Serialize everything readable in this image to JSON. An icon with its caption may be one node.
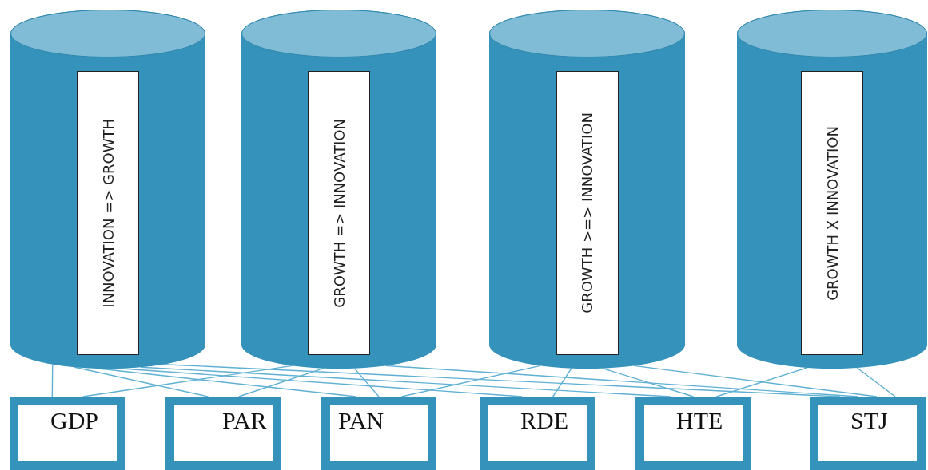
{
  "diagram": {
    "nodes": [
      {
        "text": [
          "INNOVATION => GROWTH"
        ]
      },
      {
        "text": [
          "GROWTH => INNOVATION"
        ]
      },
      {
        "text": [
          "GROWTH >=> INNOVATION"
        ]
      },
      {
        "text": [
          "GROWTH X INNOVATION"
        ]
      },
      {
        "text": [
          "GDP"
        ]
      },
      {
        "text": [
          "PAR"
        ]
      },
      {
        "text": [
          "PAN"
        ]
      },
      {
        "text": [
          "RDE"
        ]
      },
      {
        "text": [
          "HTE"
        ]
      },
      {
        "text": [
          "STJ"
        ]
      }
    ],
    "edges": [
      {
        "from": 0,
        "to": 4,
        "arrow": "none"
      },
      {
        "from": 1,
        "to": 4,
        "arrow": "none"
      },
      {
        "from": 0,
        "to": 5,
        "arrow": "none"
      },
      {
        "from": 1,
        "to": 5,
        "arrow": "none"
      },
      {
        "from": 0,
        "to": 6,
        "arrow": "none"
      },
      {
        "from": 1,
        "to": 6,
        "arrow": "none"
      },
      {
        "from": 2,
        "to": 6,
        "arrow": "none"
      },
      {
        "from": 0,
        "to": 7,
        "arrow": "none"
      },
      {
        "from": 2,
        "to": 7,
        "arrow": "none"
      },
      {
        "from": 0,
        "to": 8,
        "arrow": "none"
      },
      {
        "from": 2,
        "to": 8,
        "arrow": "none"
      },
      {
        "from": 3,
        "to": 8,
        "arrow": "none"
      },
      {
        "from": 0,
        "to": 9,
        "arrow": "none"
      },
      {
        "from": 1,
        "to": 9,
        "arrow": "none"
      },
      {
        "from": 2,
        "to": 9,
        "arrow": "none"
      },
      {
        "from": 3,
        "to": 9,
        "arrow": "none"
      }
    ]
  }
}
